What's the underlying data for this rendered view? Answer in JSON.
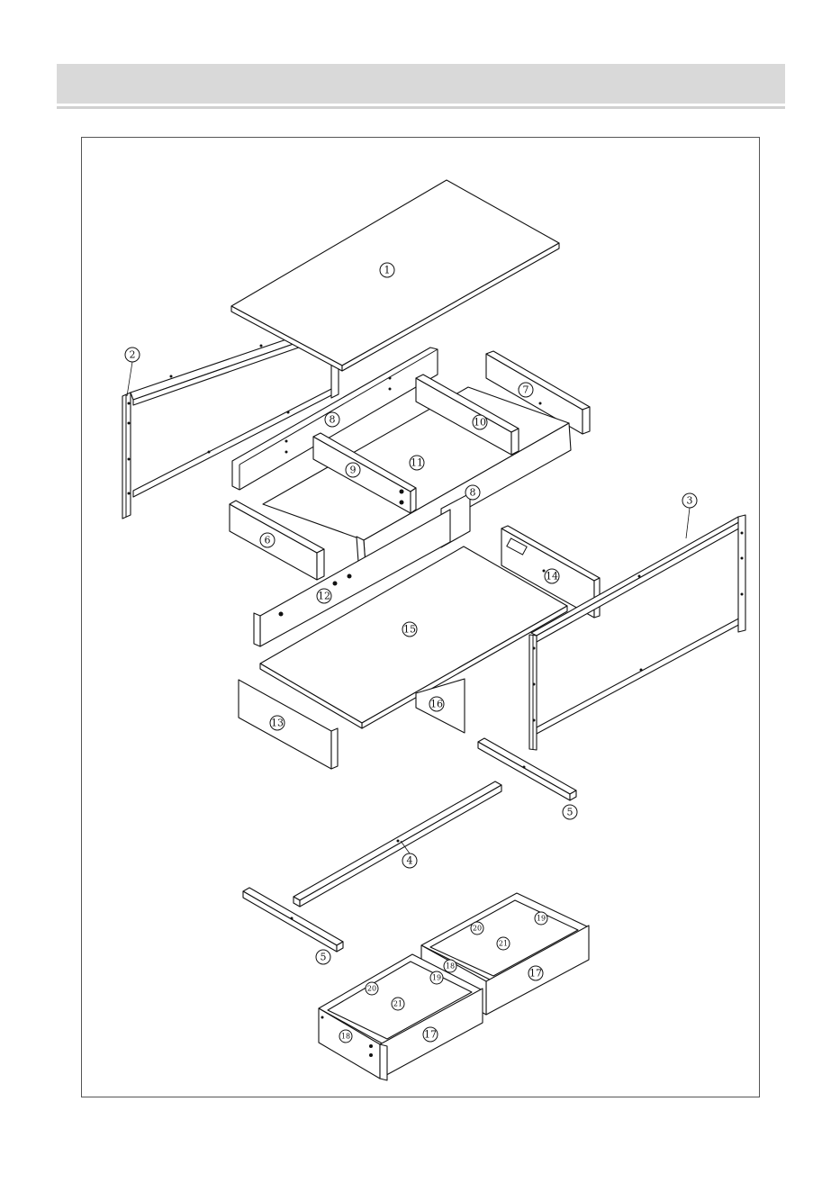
{
  "header": {
    "title": ""
  },
  "callouts": [
    {
      "id": "part-1",
      "label": "1"
    },
    {
      "id": "part-2",
      "label": "2"
    },
    {
      "id": "part-3",
      "label": "3"
    },
    {
      "id": "part-4",
      "label": "4"
    },
    {
      "id": "part-5a",
      "label": "5"
    },
    {
      "id": "part-5b",
      "label": "5"
    },
    {
      "id": "part-6",
      "label": "6"
    },
    {
      "id": "part-7",
      "label": "7"
    },
    {
      "id": "part-8a",
      "label": "8"
    },
    {
      "id": "part-8b",
      "label": "8"
    },
    {
      "id": "part-9",
      "label": "9"
    },
    {
      "id": "part-10",
      "label": "10"
    },
    {
      "id": "part-11",
      "label": "11"
    },
    {
      "id": "part-12",
      "label": "12"
    },
    {
      "id": "part-13",
      "label": "13"
    },
    {
      "id": "part-14",
      "label": "14"
    },
    {
      "id": "part-15",
      "label": "15"
    },
    {
      "id": "part-16",
      "label": "16"
    },
    {
      "id": "part-17a",
      "label": "17"
    },
    {
      "id": "part-17b",
      "label": "17"
    },
    {
      "id": "part-18a",
      "label": "18"
    },
    {
      "id": "part-18b",
      "label": "18"
    },
    {
      "id": "part-19a",
      "label": "19"
    },
    {
      "id": "part-19b",
      "label": "19"
    },
    {
      "id": "part-20a",
      "label": "20"
    },
    {
      "id": "part-20b",
      "label": "20"
    },
    {
      "id": "part-21a",
      "label": "21"
    },
    {
      "id": "part-21b",
      "label": "21"
    }
  ]
}
